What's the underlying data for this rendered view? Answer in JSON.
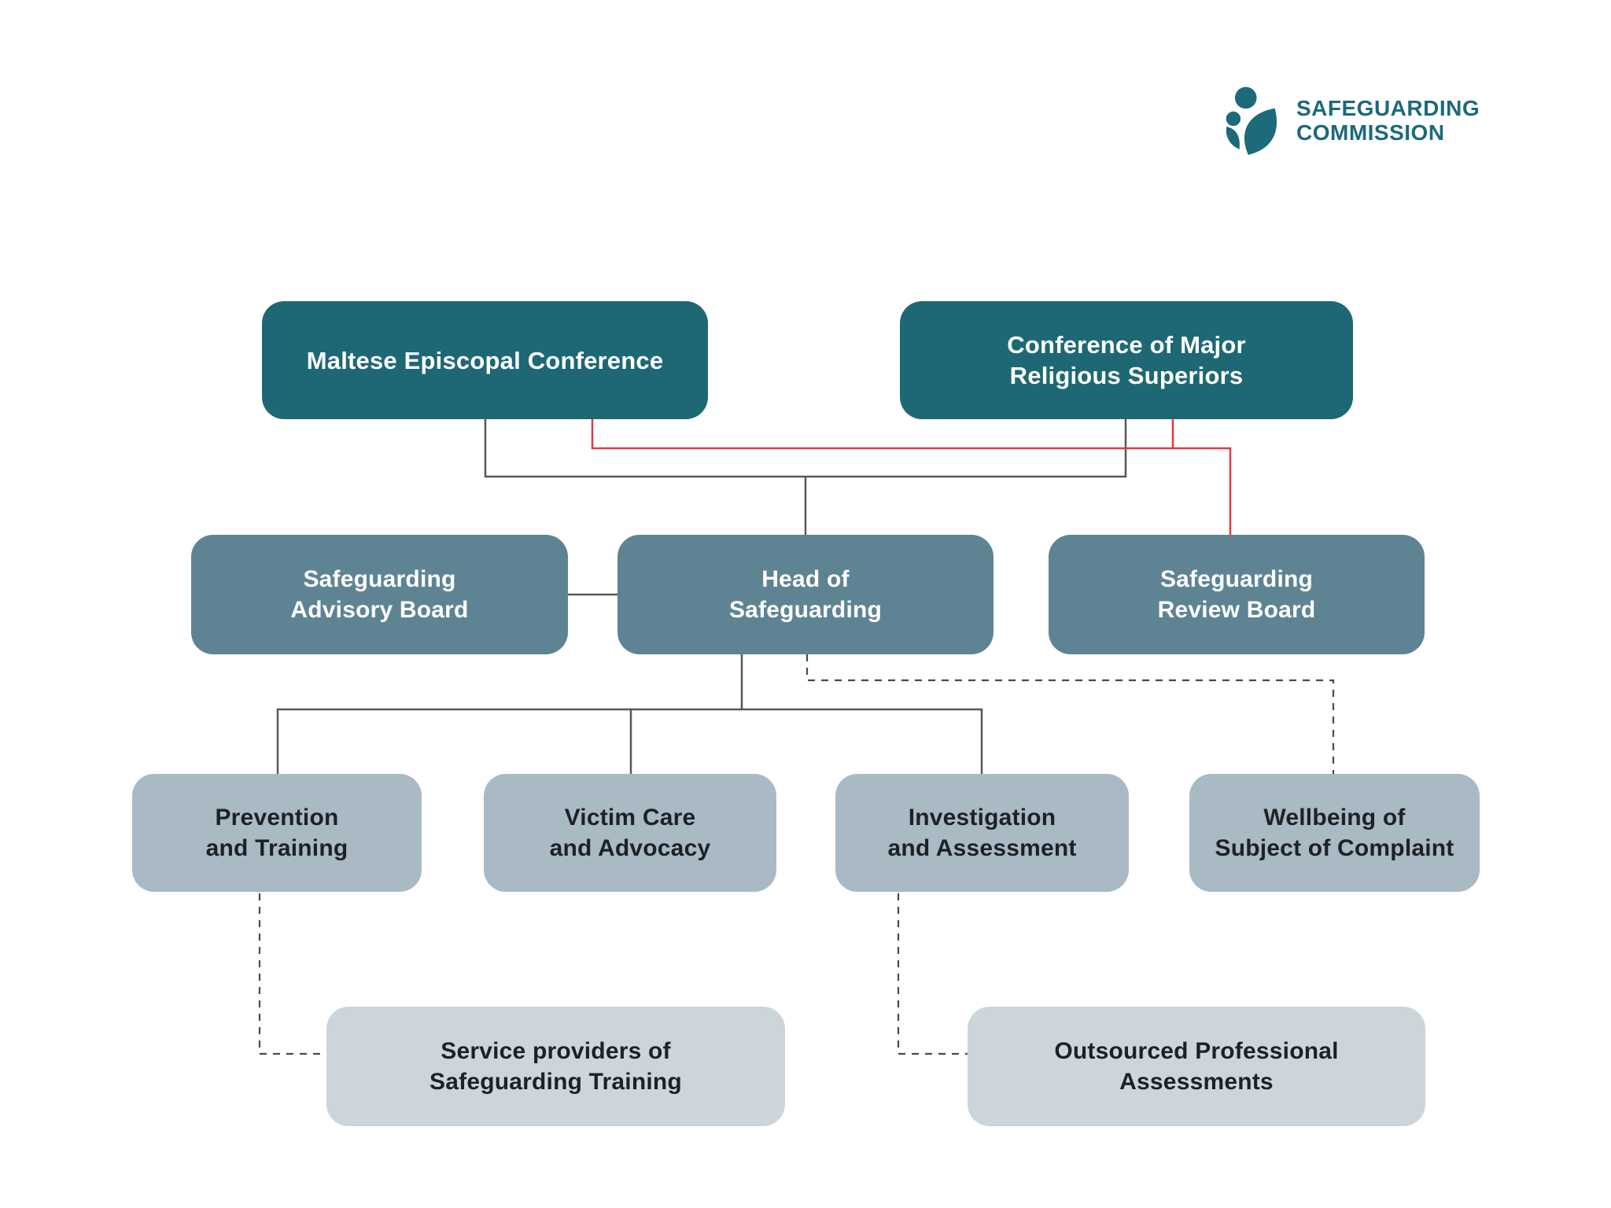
{
  "logo": {
    "line1": "SAFEGUARDING",
    "line2": "COMMISSION"
  },
  "nodes": {
    "mec": {
      "lines": [
        "Maltese Episcopal Conference",
        ""
      ]
    },
    "cmrs": {
      "lines": [
        "Conference of Major",
        "Religious Superiors"
      ]
    },
    "advisory": {
      "lines": [
        "Safeguarding",
        "Advisory Board"
      ]
    },
    "head": {
      "lines": [
        "Head of",
        "Safeguarding"
      ]
    },
    "review": {
      "lines": [
        "Safeguarding",
        "Review Board"
      ]
    },
    "prevention": {
      "lines": [
        "Prevention",
        "and Training"
      ]
    },
    "victim": {
      "lines": [
        "Victim Care",
        "and Advocacy"
      ]
    },
    "investigation": {
      "lines": [
        "Investigation",
        "and Assessment"
      ]
    },
    "wellbeing": {
      "lines": [
        "Wellbeing of",
        "Subject of Complaint"
      ]
    },
    "service": {
      "lines": [
        "Service providers of",
        "Safeguarding Training"
      ]
    },
    "outsourced": {
      "lines": [
        "Outsourced Professional",
        "Assessments"
      ]
    }
  },
  "colors": {
    "level1_fill": "#1e6875",
    "level2_fill": "#5e8493",
    "level3_fill": "#a9bac5",
    "level4_fill": "#ccd5d9",
    "text_on_dark": "#ffffff",
    "text_on_light": "#1d2126",
    "solid_line": "#57585a",
    "dashed_line": "#4a4a4c",
    "red_line": "#e23a44",
    "logo_teal": "#1c6a7a",
    "background": "#ffffff"
  }
}
